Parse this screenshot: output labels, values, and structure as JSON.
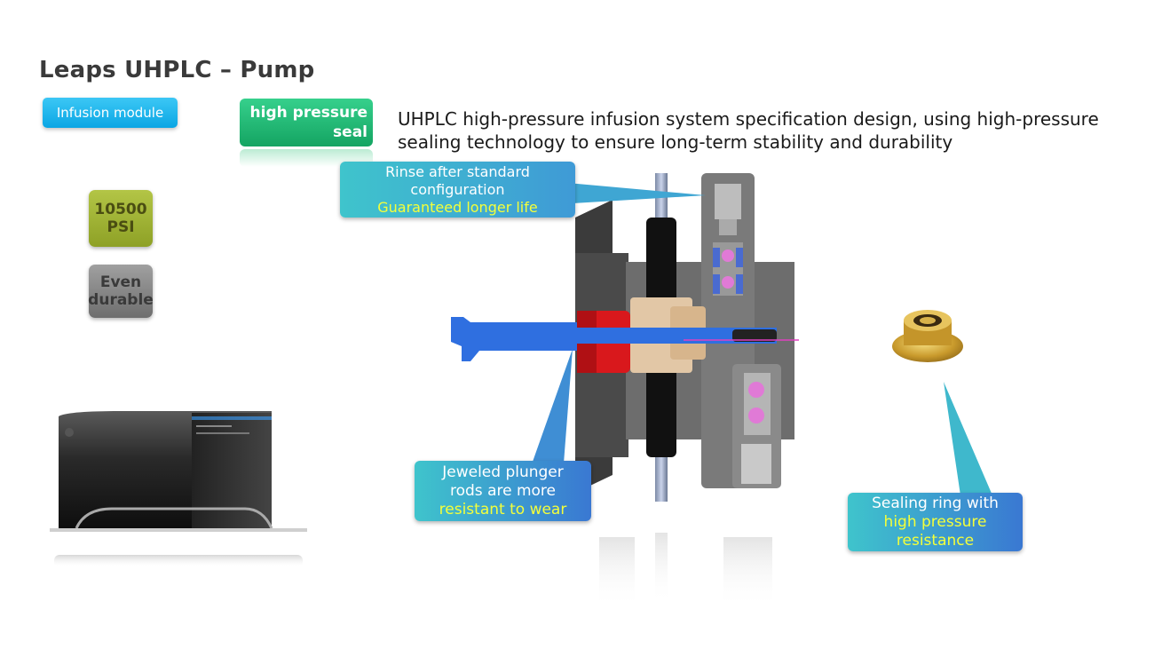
{
  "title": "Leaps UHPLC – Pump",
  "tags": {
    "infusion_module": "Infusion module",
    "high_pressure_seal_line1": "high pressure",
    "high_pressure_seal_line2": "seal"
  },
  "description": {
    "line1": "UHPLC high-pressure infusion system specification design, using high-pressure",
    "line2": "sealing technology to ensure long-term stability and durability"
  },
  "badges": {
    "psi_value": "10500",
    "psi_unit": "PSI",
    "durable_line1": "Even",
    "durable_line2": "durable"
  },
  "callouts": {
    "rinse": {
      "line1": "Rinse after standard",
      "line2": "configuration",
      "highlight": "Guaranteed longer life"
    },
    "plunger": {
      "line1": "Jeweled plunger",
      "line2": "rods are more",
      "highlight": "resistant to wear"
    },
    "sealing": {
      "line1": "Sealing ring with",
      "highlight1": "high pressure",
      "highlight2": "resistance"
    }
  },
  "colors": {
    "accent_blue": "#0aa6e4",
    "accent_green": "#14a462",
    "badge_olive": "#8ea126",
    "callout_teal": "#3fc4cc",
    "highlight_yellow": "#f4ff3a",
    "piston_blue": "#2f6fe0",
    "seal_red": "#d9181c",
    "arrow_magenta": "#e040c0"
  }
}
